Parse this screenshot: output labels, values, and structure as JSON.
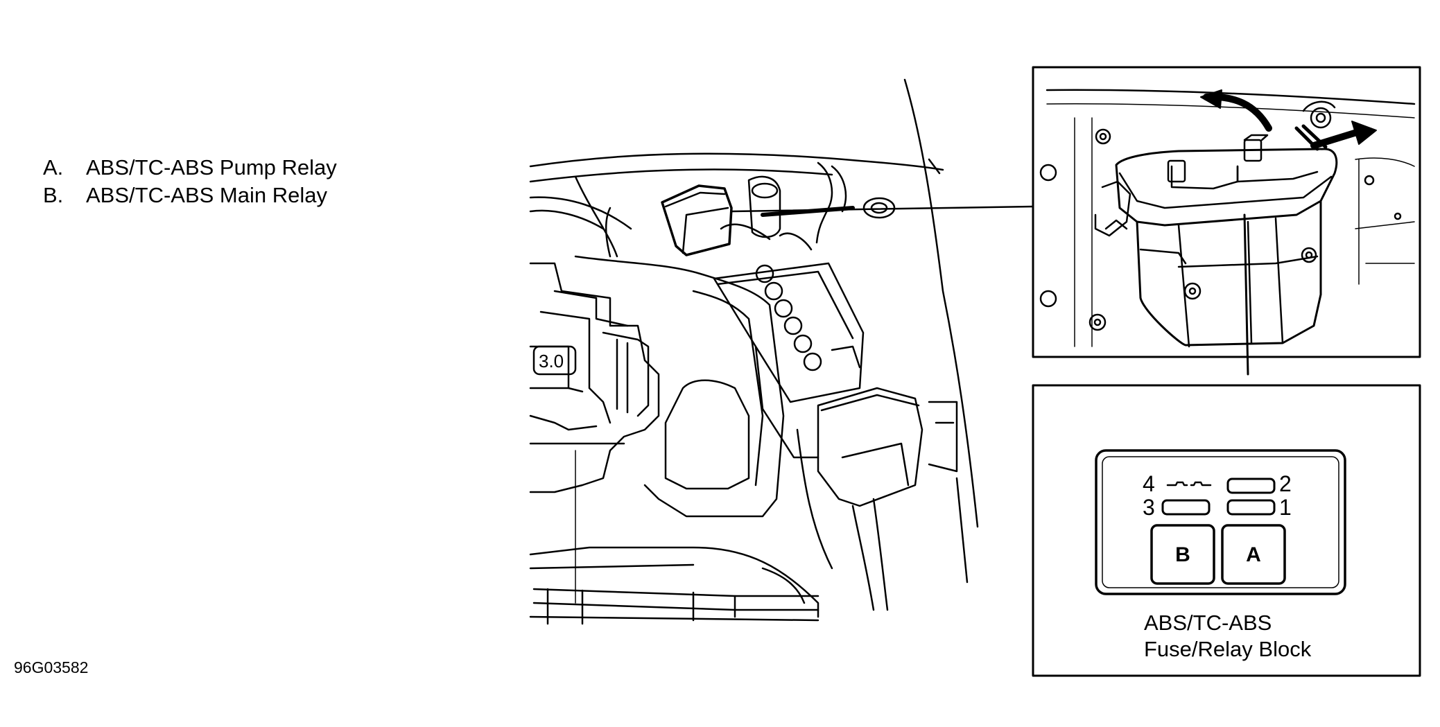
{
  "legend": [
    {
      "letter": "A.",
      "text": "ABS/TC-ABS Pump Relay"
    },
    {
      "letter": "B.",
      "text": "ABS/TC-ABS Main Relay"
    }
  ],
  "figure_id": "96G03582",
  "block_caption": {
    "line1": "ABS/TC-ABS",
    "line2": "Fuse/Relay Block"
  },
  "fuse_positions": {
    "p1": "1",
    "p2": "2",
    "p3": "3",
    "p4": "4"
  },
  "relays": {
    "a": "A",
    "b": "B"
  },
  "engine_badge": "3.0"
}
